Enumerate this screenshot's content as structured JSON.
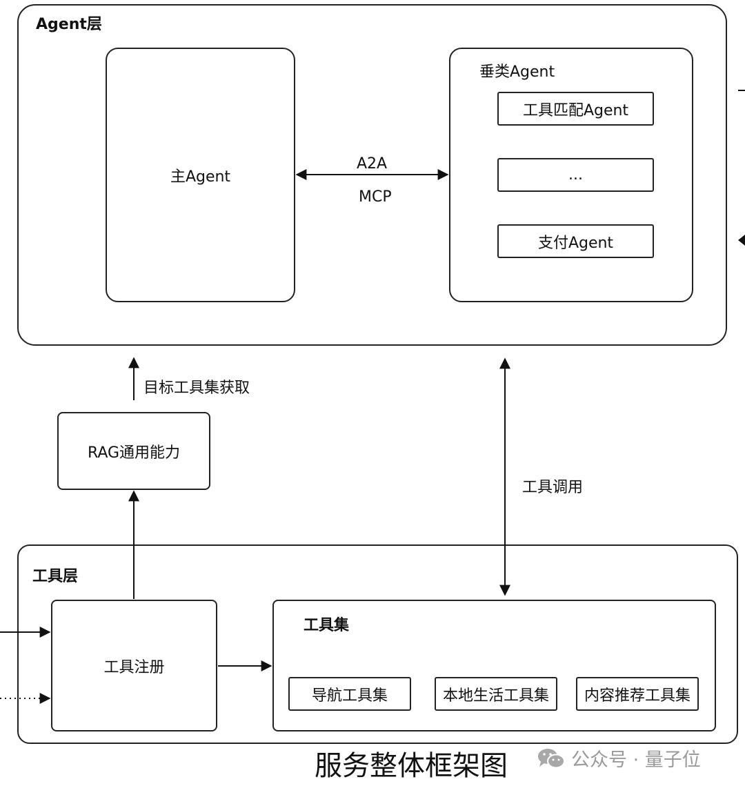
{
  "agent_layer": {
    "title": "Agent层",
    "main_agent": "主Agent",
    "vertical_agent": {
      "title": "垂类Agent",
      "items": [
        "工具匹配Agent",
        "...",
        "支付Agent"
      ]
    },
    "link_labels": [
      "A2A",
      "MCP"
    ]
  },
  "middle": {
    "rag_box": "RAG通用能力",
    "target_toolset_label": "目标工具集获取",
    "tool_call_label": "工具调用"
  },
  "tool_layer": {
    "title": "工具层",
    "registration": "工具注册",
    "toolset": {
      "title": "工具集",
      "items": [
        "导航工具集",
        "本地生活工具集",
        "内容推荐工具集"
      ]
    }
  },
  "caption": "服务整体框架图",
  "watermark": {
    "icon": "wechat-icon",
    "text": "公众号 · 量子位"
  }
}
